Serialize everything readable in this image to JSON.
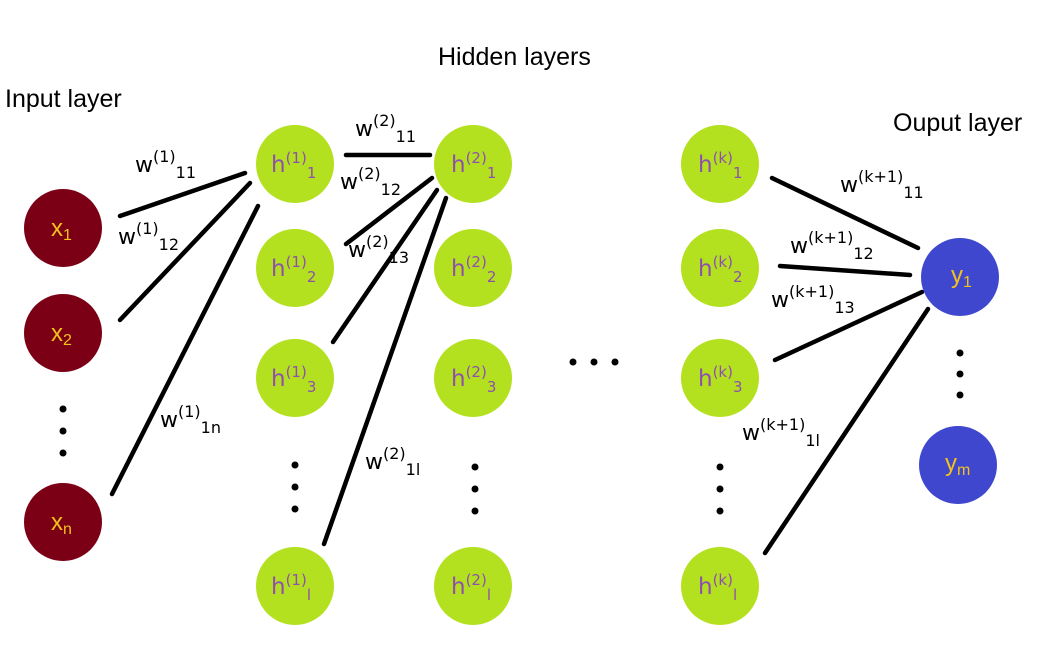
{
  "titles": {
    "input": "Input layer",
    "hidden": "Hidden layers",
    "output": "Ouput layer"
  },
  "colors": {
    "input_node": "#7b0016",
    "hidden_node": "#b4e11f",
    "output_node": "#3f47cf",
    "input_text": "#f2c21b",
    "hidden_text": "#8f4fae",
    "output_text": "#f2c21b",
    "edge": "#000000"
  },
  "nodes": {
    "input": [
      {
        "base": "x",
        "sub": "1"
      },
      {
        "base": "x",
        "sub": "2"
      },
      {
        "base": "x",
        "sub": "n"
      }
    ],
    "hidden1": [
      {
        "base": "h",
        "sup": "(1)",
        "sub": "1"
      },
      {
        "base": "h",
        "sup": "(1)",
        "sub": "2"
      },
      {
        "base": "h",
        "sup": "(1)",
        "sub": "3"
      },
      {
        "base": "h",
        "sup": "(1)",
        "sub": "l"
      }
    ],
    "hidden2": [
      {
        "base": "h",
        "sup": "(2)",
        "sub": "1"
      },
      {
        "base": "h",
        "sup": "(2)",
        "sub": "2"
      },
      {
        "base": "h",
        "sup": "(2)",
        "sub": "3"
      },
      {
        "base": "h",
        "sup": "(2)",
        "sub": "l"
      }
    ],
    "hiddenk": [
      {
        "base": "h",
        "sup": "(k)",
        "sub": "1"
      },
      {
        "base": "h",
        "sup": "(k)",
        "sub": "2"
      },
      {
        "base": "h",
        "sup": "(k)",
        "sub": "3"
      },
      {
        "base": "h",
        "sup": "(k)",
        "sub": "l"
      }
    ],
    "output": [
      {
        "base": "y",
        "sub": "1"
      },
      {
        "base": "y",
        "sub": "m"
      }
    ]
  },
  "weights": {
    "w1_11": {
      "base": "w",
      "sup": "(1)",
      "sub": "11"
    },
    "w1_12": {
      "base": "w",
      "sup": "(1)",
      "sub": "12"
    },
    "w1_1n": {
      "base": "w",
      "sup": "(1)",
      "sub": "1n"
    },
    "w2_11": {
      "base": "w",
      "sup": "(2)",
      "sub": "11"
    },
    "w2_12": {
      "base": "w",
      "sup": "(2)",
      "sub": "12"
    },
    "w2_13": {
      "base": "w",
      "sup": "(2)",
      "sub": "13"
    },
    "w2_1l": {
      "base": "w",
      "sup": "(2)",
      "sub": "1l"
    },
    "wk_11": {
      "base": "w",
      "sup": "(k+1)",
      "sub": "11"
    },
    "wk_12": {
      "base": "w",
      "sup": "(k+1)",
      "sub": "12"
    },
    "wk_13": {
      "base": "w",
      "sup": "(k+1)",
      "sub": "13"
    },
    "wk_1l": {
      "base": "w",
      "sup": "(k+1)",
      "sub": "1l"
    }
  }
}
